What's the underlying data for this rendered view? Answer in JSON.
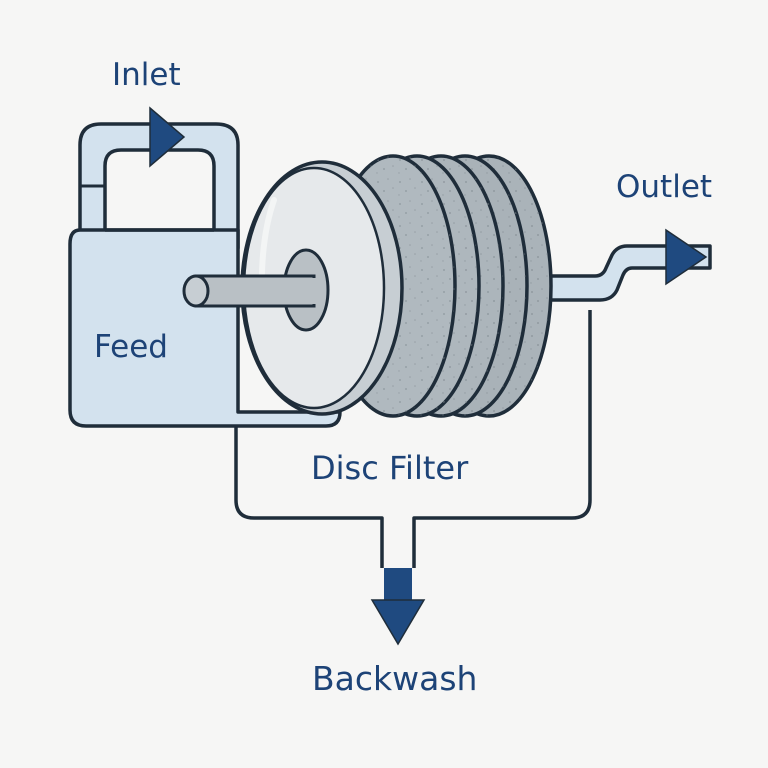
{
  "labels": {
    "inlet": "Inlet",
    "outlet": "Outlet",
    "feed": "Feed",
    "disc_filter": "Disc Filter",
    "backwash": "Backwash"
  },
  "colors": {
    "background": "#f6f6f5",
    "outline": "#1f2d3a",
    "label_text": "#1d4377",
    "arrow": "#1f4a80",
    "water": "#d3e2ee",
    "disc_face": "#e6e9eb",
    "disc_rim": "#a9b2b8",
    "shaft": "#b9c0c5"
  }
}
